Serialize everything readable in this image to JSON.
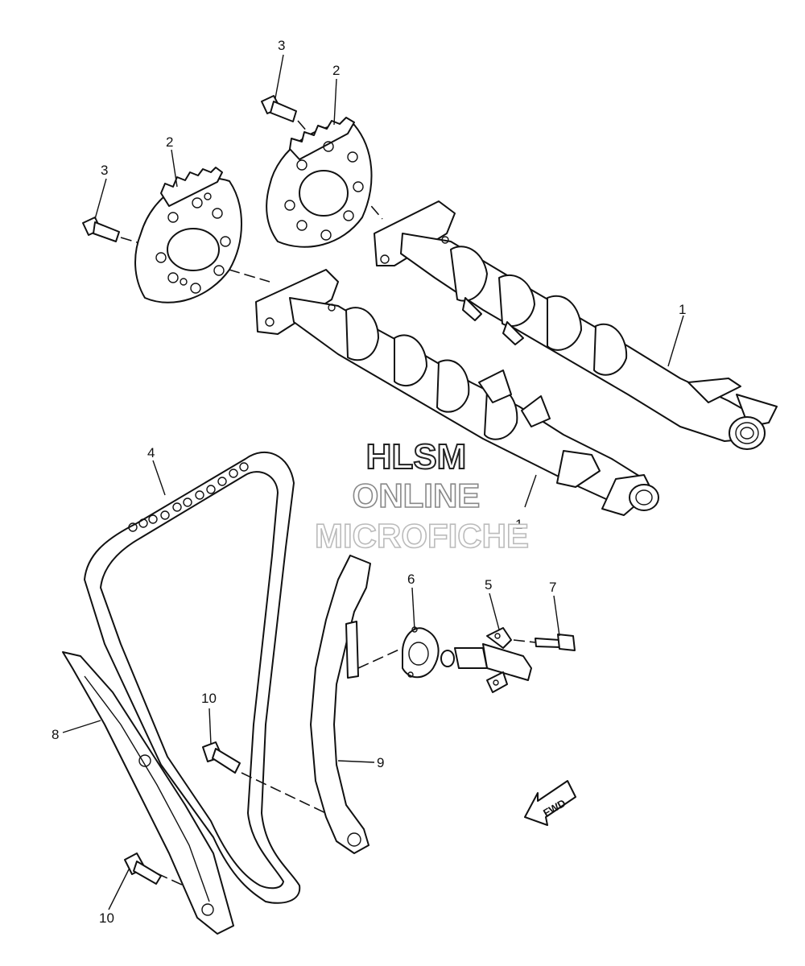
{
  "watermark": {
    "line1": "HLSM",
    "line2": "ONLINE",
    "line3": "MICROFICHE"
  },
  "direction_badge": "FWD",
  "callouts": [
    {
      "id": "cam-upper",
      "label": "1"
    },
    {
      "id": "cam-lower",
      "label": "1"
    },
    {
      "id": "sprocket-left",
      "label": "2"
    },
    {
      "id": "sprocket-right",
      "label": "2"
    },
    {
      "id": "bolt-left",
      "label": "3"
    },
    {
      "id": "bolt-right",
      "label": "3"
    },
    {
      "id": "chain",
      "label": "4"
    },
    {
      "id": "tensioner",
      "label": "5"
    },
    {
      "id": "gasket",
      "label": "6"
    },
    {
      "id": "tensioner-bolt",
      "label": "7"
    },
    {
      "id": "guide-intake",
      "label": "8"
    },
    {
      "id": "guide-exhaust",
      "label": "9"
    },
    {
      "id": "guide-bolt-upper",
      "label": "10"
    },
    {
      "id": "guide-bolt-lower",
      "label": "10"
    }
  ]
}
